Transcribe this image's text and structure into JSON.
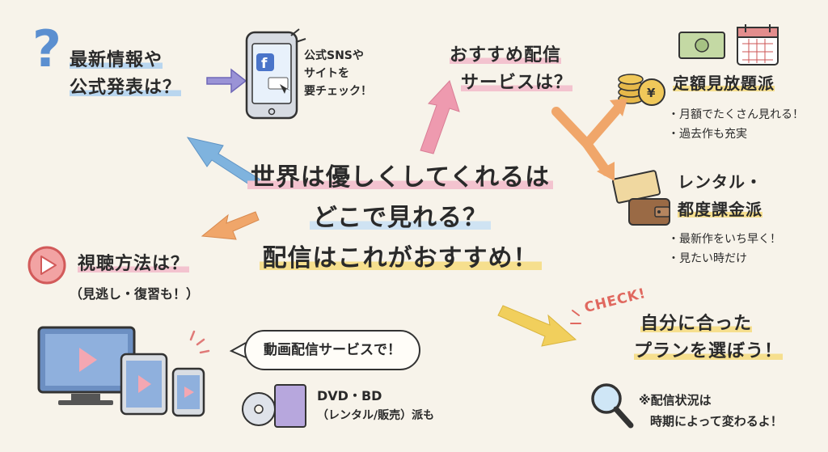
{
  "center": {
    "line1": "世界は優しくしてくれるは",
    "line2": "どこで見れる？",
    "line3": "配信はこれがおすすめ！"
  },
  "news": {
    "line1": "最新情報や",
    "line2": "公式発表は？",
    "note1": "公式SNSや",
    "note2": "サイトを",
    "note3": "要チェック！"
  },
  "streaming": {
    "line1": "おすすめ配信",
    "line2": "サービスは？"
  },
  "flat_rate": {
    "title": "定額見放題派",
    "bullets": [
      "・月額でたくさん見れる！",
      "・過去作も充実"
    ]
  },
  "rental": {
    "title1": "レンタル・",
    "title2": "都度課金派",
    "bullets": [
      "・最新作をいち早く！",
      "・見たい時だけ"
    ]
  },
  "viewing": {
    "title": "視聴方法は？",
    "sub": "（見逃し・復習も！）",
    "bubble": "動画配信サービスで！",
    "dvd1": "DVD・BD",
    "dvd2": "（レンタル/販売）派も"
  },
  "plan": {
    "check": "CHECK!",
    "line1": "自分に合った",
    "line2": "プランを選ぼう！",
    "note1": "※配信状況は",
    "note2": "時期によって変わるよ！"
  },
  "colors": {
    "blue": "#7fb3de",
    "pink": "#ee9aaf",
    "orange": "#f0a66a",
    "yellow": "#f1cf5c",
    "red": "#e0685f"
  }
}
